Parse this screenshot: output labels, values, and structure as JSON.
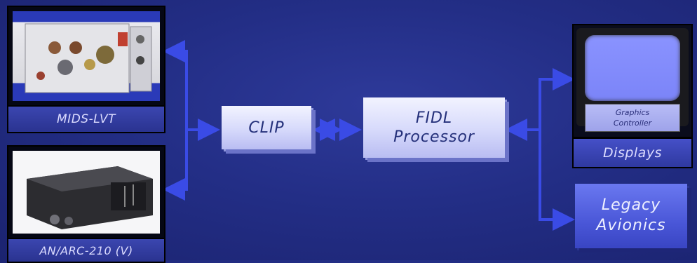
{
  "nodes": {
    "mids": {
      "label": "MIDS-LVT"
    },
    "arc": {
      "label": "AN/ARC-210 (V)"
    },
    "clip": {
      "label": "CLIP"
    },
    "fidl": {
      "line1": "FIDL",
      "line2": "Processor"
    },
    "displays": {
      "label": "Displays",
      "graphics_line1": "Graphics",
      "graphics_line2": "Controller"
    },
    "legacy": {
      "line1": "Legacy",
      "line2": "Avionics"
    }
  },
  "colors": {
    "background": "#232e86",
    "arrow": "#3a4be6",
    "box_light": "#d6d9fb",
    "box_blue": "#4a57d8"
  }
}
